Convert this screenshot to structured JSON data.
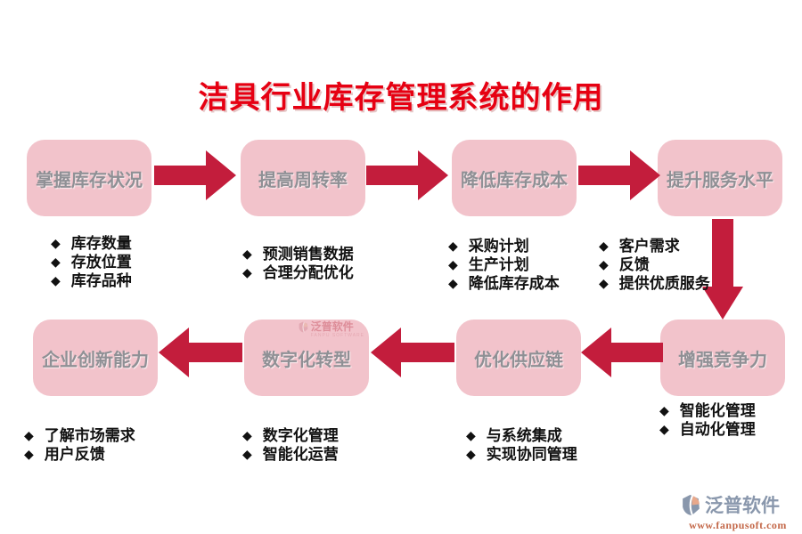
{
  "title": "洁具行业库存管理系统的作用",
  "bullet_glyph": "◆",
  "top_flow": [
    {
      "label": "掌握库存状况",
      "bullets": [
        "库存数量",
        "存放位置",
        "库存品种"
      ]
    },
    {
      "label": "提高周转率",
      "bullets": [
        "预测销售数据",
        "合理分配优化"
      ]
    },
    {
      "label": "降低库存成本",
      "bullets": [
        "采购计划",
        "生产计划",
        "降低库存成本"
      ]
    },
    {
      "label": "提升服务水平",
      "bullets": [
        "客户需求",
        "反馈",
        "提供优质服务"
      ]
    }
  ],
  "bottom_flow": [
    {
      "label": "增强竞争力",
      "bullets": [
        "智能化管理",
        "自动化管理"
      ]
    },
    {
      "label": "优化供应链",
      "bullets": [
        "与系统集成",
        "实现协同管理"
      ]
    },
    {
      "label": "数字化转型",
      "bullets": [
        "数字化管理",
        "智能化运营"
      ]
    },
    {
      "label": "企业创新能力",
      "bullets": [
        "了解市场需求",
        "用户反馈"
      ]
    }
  ],
  "watermark": {
    "brand": "泛普软件",
    "caption": "FANPU SOFTWARE"
  },
  "footer": {
    "brand": "泛普软件",
    "url": "www.fanpusoft.com"
  },
  "colors": {
    "title": "#e60012",
    "arrow": "#c31d3c",
    "box_fill": "#f2c3cb",
    "box_text": "#8f9095",
    "footer_brand": "#8997ac",
    "footer_url": "#c4694a"
  }
}
